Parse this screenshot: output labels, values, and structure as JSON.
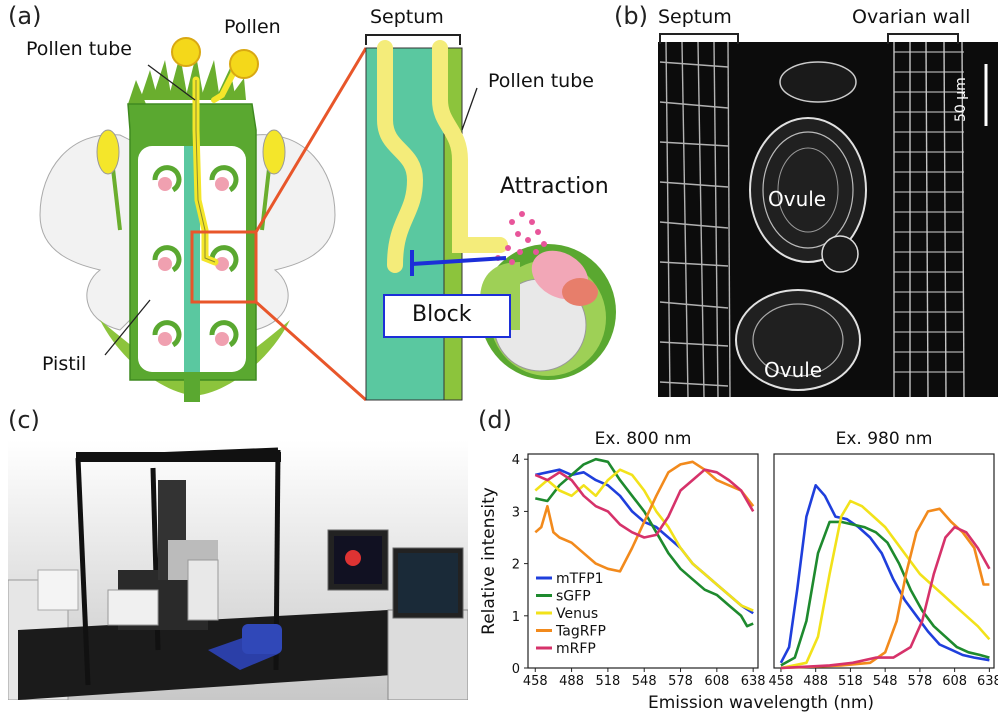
{
  "panels": {
    "a": "(a)",
    "b": "(b)",
    "c": "(c)",
    "d": "(d)"
  },
  "panel_a": {
    "pollen_tube": "Pollen tube",
    "pollen": "Pollen",
    "pistil": "Pistil",
    "septum": "Septum",
    "pollen_tube_zoom": "Pollen tube",
    "attraction": "Attraction",
    "block": "Block"
  },
  "panel_b": {
    "septum": "Septum",
    "ovarian_wall": "Ovarian wall",
    "ovule_top": "Ovule",
    "ovule_bottom": "Ovule",
    "scale": "50 μm"
  },
  "colors": {
    "mTFP1": "#1f3fdc",
    "sGFP": "#1e8a2e",
    "Venus": "#f2e21a",
    "TagRFP": "#f28a1c",
    "mRFP": "#d6326a"
  },
  "chart_data": [
    {
      "type": "line",
      "title": "Ex. 800 nm",
      "xlabel": "Emission wavelength (nm)",
      "ylabel": "Relative intensity",
      "xlim": [
        452,
        642
      ],
      "ylim": [
        0,
        4.1
      ],
      "xticks": [
        458,
        488,
        518,
        548,
        578,
        608,
        638
      ],
      "yticks": [
        0,
        1,
        2,
        3,
        4
      ],
      "legend_position": "bottom-left",
      "series": [
        {
          "name": "mTFP1",
          "points": [
            [
              458,
              3.7
            ],
            [
              468,
              3.75
            ],
            [
              478,
              3.8
            ],
            [
              488,
              3.7
            ],
            [
              498,
              3.75
            ],
            [
              508,
              3.6
            ],
            [
              518,
              3.5
            ],
            [
              528,
              3.3
            ],
            [
              538,
              3.0
            ],
            [
              548,
              2.8
            ],
            [
              558,
              2.7
            ],
            [
              568,
              2.5
            ],
            [
              578,
              2.3
            ],
            [
              588,
              2.0
            ],
            [
              598,
              1.8
            ],
            [
              608,
              1.6
            ],
            [
              618,
              1.4
            ],
            [
              628,
              1.2
            ],
            [
              638,
              1.05
            ]
          ]
        },
        {
          "name": "sGFP",
          "points": [
            [
              458,
              3.25
            ],
            [
              468,
              3.2
            ],
            [
              478,
              3.5
            ],
            [
              488,
              3.7
            ],
            [
              498,
              3.9
            ],
            [
              508,
              4.0
            ],
            [
              518,
              3.95
            ],
            [
              528,
              3.6
            ],
            [
              538,
              3.3
            ],
            [
              548,
              3.0
            ],
            [
              558,
              2.6
            ],
            [
              568,
              2.2
            ],
            [
              578,
              1.9
            ],
            [
              588,
              1.7
            ],
            [
              598,
              1.5
            ],
            [
              608,
              1.4
            ],
            [
              618,
              1.2
            ],
            [
              628,
              1.0
            ],
            [
              633,
              0.8
            ],
            [
              638,
              0.85
            ]
          ]
        },
        {
          "name": "Venus",
          "points": [
            [
              458,
              3.4
            ],
            [
              468,
              3.6
            ],
            [
              478,
              3.4
            ],
            [
              488,
              3.3
            ],
            [
              498,
              3.5
            ],
            [
              508,
              3.3
            ],
            [
              518,
              3.6
            ],
            [
              528,
              3.8
            ],
            [
              538,
              3.7
            ],
            [
              548,
              3.4
            ],
            [
              558,
              3.0
            ],
            [
              568,
              2.7
            ],
            [
              578,
              2.3
            ],
            [
              588,
              2.0
            ],
            [
              598,
              1.8
            ],
            [
              608,
              1.6
            ],
            [
              618,
              1.4
            ],
            [
              628,
              1.2
            ],
            [
              638,
              1.1
            ]
          ]
        },
        {
          "name": "TagRFP",
          "points": [
            [
              458,
              2.6
            ],
            [
              463,
              2.7
            ],
            [
              468,
              3.1
            ],
            [
              473,
              2.6
            ],
            [
              478,
              2.5
            ],
            [
              488,
              2.4
            ],
            [
              498,
              2.2
            ],
            [
              508,
              2.0
            ],
            [
              518,
              1.9
            ],
            [
              528,
              1.85
            ],
            [
              538,
              2.3
            ],
            [
              548,
              2.8
            ],
            [
              558,
              3.3
            ],
            [
              568,
              3.75
            ],
            [
              578,
              3.9
            ],
            [
              588,
              3.95
            ],
            [
              598,
              3.8
            ],
            [
              608,
              3.6
            ],
            [
              618,
              3.5
            ],
            [
              628,
              3.4
            ],
            [
              638,
              3.1
            ]
          ]
        },
        {
          "name": "mRFP",
          "points": [
            [
              458,
              3.7
            ],
            [
              468,
              3.6
            ],
            [
              478,
              3.75
            ],
            [
              488,
              3.6
            ],
            [
              498,
              3.3
            ],
            [
              508,
              3.1
            ],
            [
              518,
              3.0
            ],
            [
              528,
              2.75
            ],
            [
              538,
              2.6
            ],
            [
              548,
              2.5
            ],
            [
              558,
              2.55
            ],
            [
              568,
              2.9
            ],
            [
              578,
              3.4
            ],
            [
              588,
              3.6
            ],
            [
              598,
              3.8
            ],
            [
              608,
              3.75
            ],
            [
              618,
              3.6
            ],
            [
              628,
              3.4
            ],
            [
              638,
              3.0
            ]
          ]
        }
      ]
    },
    {
      "type": "line",
      "title": "Ex. 980 nm",
      "xlabel": "",
      "ylabel": "",
      "xlim": [
        452,
        642
      ],
      "ylim": [
        0,
        4.1
      ],
      "xticks": [
        458,
        488,
        518,
        548,
        578,
        608,
        638
      ],
      "series": [
        {
          "name": "mTFP1",
          "points": [
            [
              458,
              0.1
            ],
            [
              465,
              0.4
            ],
            [
              472,
              1.5
            ],
            [
              480,
              2.9
            ],
            [
              488,
              3.5
            ],
            [
              496,
              3.3
            ],
            [
              505,
              2.9
            ],
            [
              515,
              2.85
            ],
            [
              525,
              2.7
            ],
            [
              535,
              2.5
            ],
            [
              545,
              2.2
            ],
            [
              555,
              1.7
            ],
            [
              565,
              1.3
            ],
            [
              575,
              1.0
            ],
            [
              585,
              0.7
            ],
            [
              595,
              0.45
            ],
            [
              605,
              0.35
            ],
            [
              615,
              0.25
            ],
            [
              625,
              0.2
            ],
            [
              638,
              0.15
            ]
          ]
        },
        {
          "name": "sGFP",
          "points": [
            [
              458,
              0.05
            ],
            [
              470,
              0.2
            ],
            [
              480,
              0.9
            ],
            [
              490,
              2.2
            ],
            [
              500,
              2.8
            ],
            [
              510,
              2.8
            ],
            [
              520,
              2.75
            ],
            [
              530,
              2.7
            ],
            [
              540,
              2.6
            ],
            [
              550,
              2.4
            ],
            [
              560,
              2.0
            ],
            [
              570,
              1.5
            ],
            [
              580,
              1.1
            ],
            [
              590,
              0.8
            ],
            [
              600,
              0.6
            ],
            [
              610,
              0.4
            ],
            [
              620,
              0.3
            ],
            [
              630,
              0.25
            ],
            [
              638,
              0.2
            ]
          ]
        },
        {
          "name": "Venus",
          "points": [
            [
              458,
              0.0
            ],
            [
              480,
              0.1
            ],
            [
              490,
              0.6
            ],
            [
              500,
              1.8
            ],
            [
              510,
              2.9
            ],
            [
              518,
              3.2
            ],
            [
              528,
              3.1
            ],
            [
              538,
              2.9
            ],
            [
              548,
              2.7
            ],
            [
              558,
              2.4
            ],
            [
              568,
              2.1
            ],
            [
              578,
              1.8
            ],
            [
              588,
              1.6
            ],
            [
              598,
              1.4
            ],
            [
              608,
              1.2
            ],
            [
              618,
              1.0
            ],
            [
              628,
              0.8
            ],
            [
              638,
              0.55
            ]
          ]
        },
        {
          "name": "TagRFP",
          "points": [
            [
              458,
              0.0
            ],
            [
              510,
              0.05
            ],
            [
              535,
              0.1
            ],
            [
              548,
              0.3
            ],
            [
              558,
              0.9
            ],
            [
              566,
              1.8
            ],
            [
              575,
              2.6
            ],
            [
              585,
              3.0
            ],
            [
              595,
              3.05
            ],
            [
              605,
              2.8
            ],
            [
              615,
              2.6
            ],
            [
              625,
              2.3
            ],
            [
              633,
              1.6
            ],
            [
              638,
              1.6
            ]
          ]
        },
        {
          "name": "mRFP",
          "points": [
            [
              458,
              0.0
            ],
            [
              500,
              0.05
            ],
            [
              520,
              0.1
            ],
            [
              540,
              0.2
            ],
            [
              555,
              0.2
            ],
            [
              570,
              0.4
            ],
            [
              580,
              0.9
            ],
            [
              590,
              1.8
            ],
            [
              600,
              2.5
            ],
            [
              608,
              2.7
            ],
            [
              618,
              2.6
            ],
            [
              628,
              2.3
            ],
            [
              638,
              1.9
            ]
          ]
        }
      ]
    }
  ]
}
